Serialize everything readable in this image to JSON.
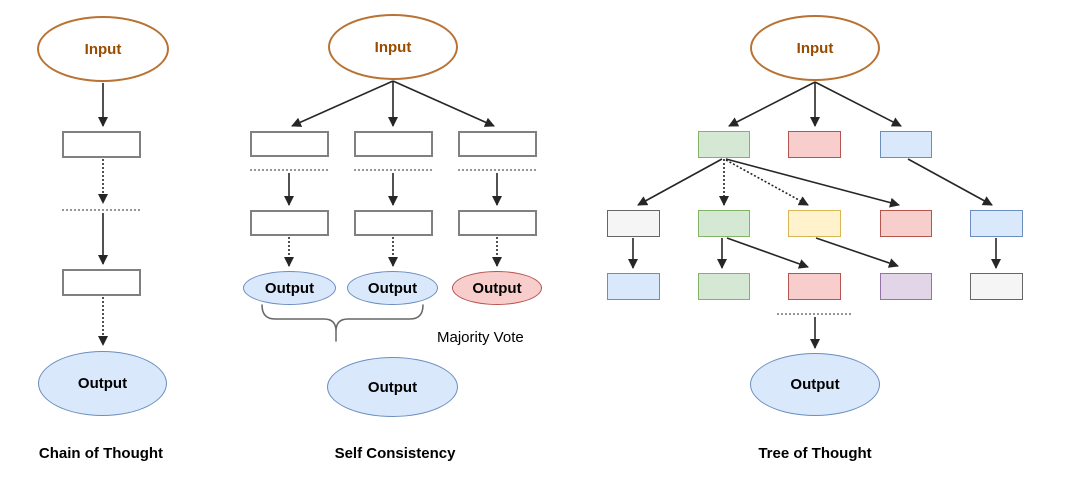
{
  "diagram": {
    "panels": [
      {
        "id": "chain-of-thought",
        "caption": "Chain of Thought",
        "input_label": "Input",
        "output_label": "Output",
        "step_count": 2
      },
      {
        "id": "self-consistency",
        "caption": "Self Consistency",
        "input_label": "Input",
        "branch_output_labels": [
          "Output",
          "Output",
          "Output"
        ],
        "branch_output_colors": [
          "blue",
          "blue",
          "red"
        ],
        "annotation": "Majority Vote",
        "final_output_label": "Output"
      },
      {
        "id": "tree-of-thought",
        "caption": "Tree of Thought",
        "input_label": "Input",
        "output_label": "Output",
        "level1_colors": [
          "green",
          "red",
          "blue"
        ],
        "level2_colors": [
          "gray",
          "green",
          "yellow",
          "red",
          "blue"
        ],
        "level3_colors": [
          "blue",
          "green",
          "red",
          "purple",
          "gray"
        ]
      }
    ],
    "colors": {
      "blue_fill": "#dae8fc",
      "blue_stroke": "#6c8ebf",
      "red_fill": "#f8cecc",
      "red_stroke": "#b85450",
      "green_fill": "#d5e8d4",
      "green_stroke": "#82b366",
      "yellow_fill": "#fff2cc",
      "yellow_stroke": "#d6b656",
      "purple_fill": "#e1d5e7",
      "purple_stroke": "#9673a6",
      "gray_fill": "#f5f5f5",
      "gray_stroke": "#666666",
      "input_stroke": "#b87333",
      "input_text": "#994c00",
      "plain_rect_stroke": "#808080",
      "arrow_color": "#262626",
      "separator_color": "#737373",
      "brace_color": "#666666"
    }
  }
}
